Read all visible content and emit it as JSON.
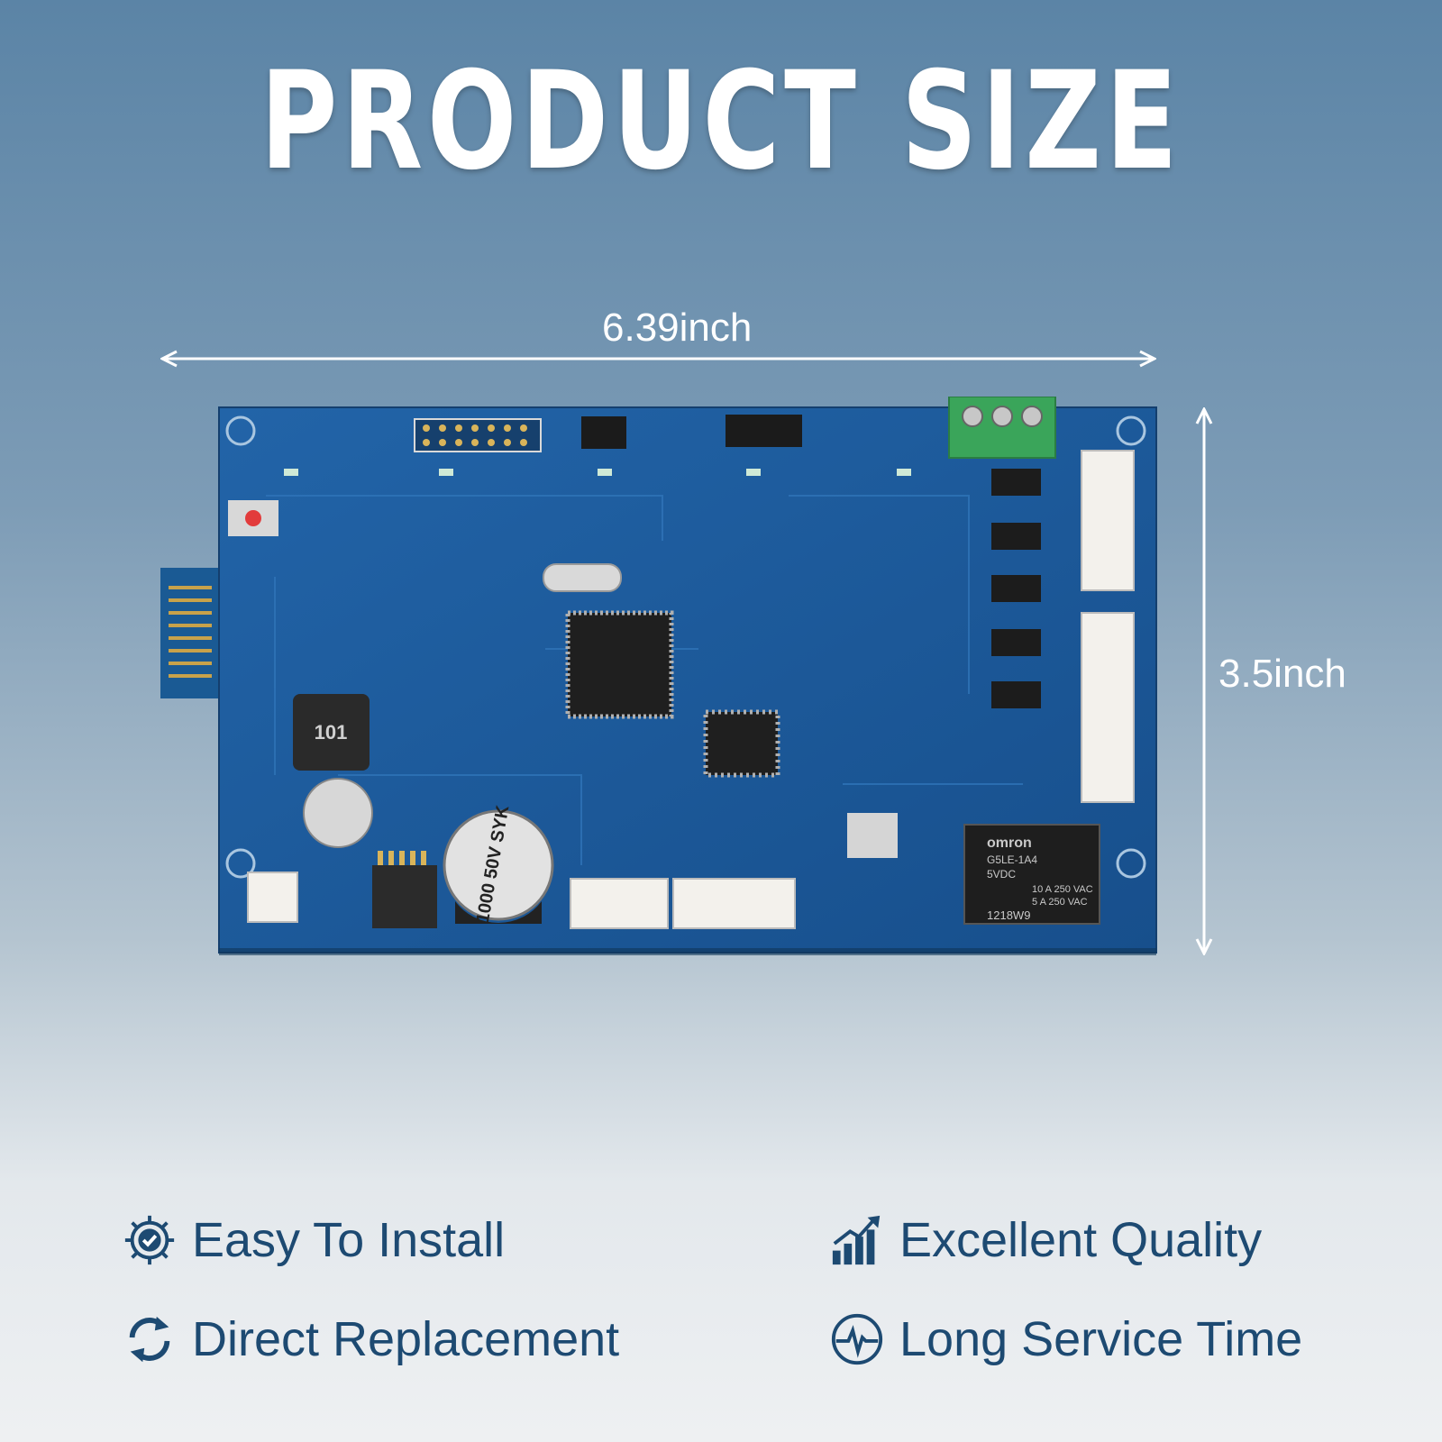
{
  "headline": "PRODUCT SIZE",
  "dimensions": {
    "width_label": "6.39inch",
    "height_label": "3.5inch"
  },
  "features": [
    {
      "label": "Easy To Install",
      "icon": "gear-check-icon"
    },
    {
      "label": "Excellent Quality",
      "icon": "bar-chart-up-icon"
    },
    {
      "label": "Direct Replacement",
      "icon": "refresh-icon"
    },
    {
      "label": "Long Service Time",
      "icon": "heartbeat-icon"
    }
  ],
  "board": {
    "capacitor_label": "1000 50V SYK",
    "relay_brand": "omron",
    "relay_model": "G5LE-1A4",
    "relay_voltage": "5VDC",
    "relay_rating_1": "10 A 250 VAC",
    "relay_rating_2": "5 A 250 VAC",
    "relay_code": "1218W9",
    "inductor_label": "101",
    "colors": {
      "pcb": "#1d5a9e",
      "terminal": "#3aa55a"
    }
  }
}
